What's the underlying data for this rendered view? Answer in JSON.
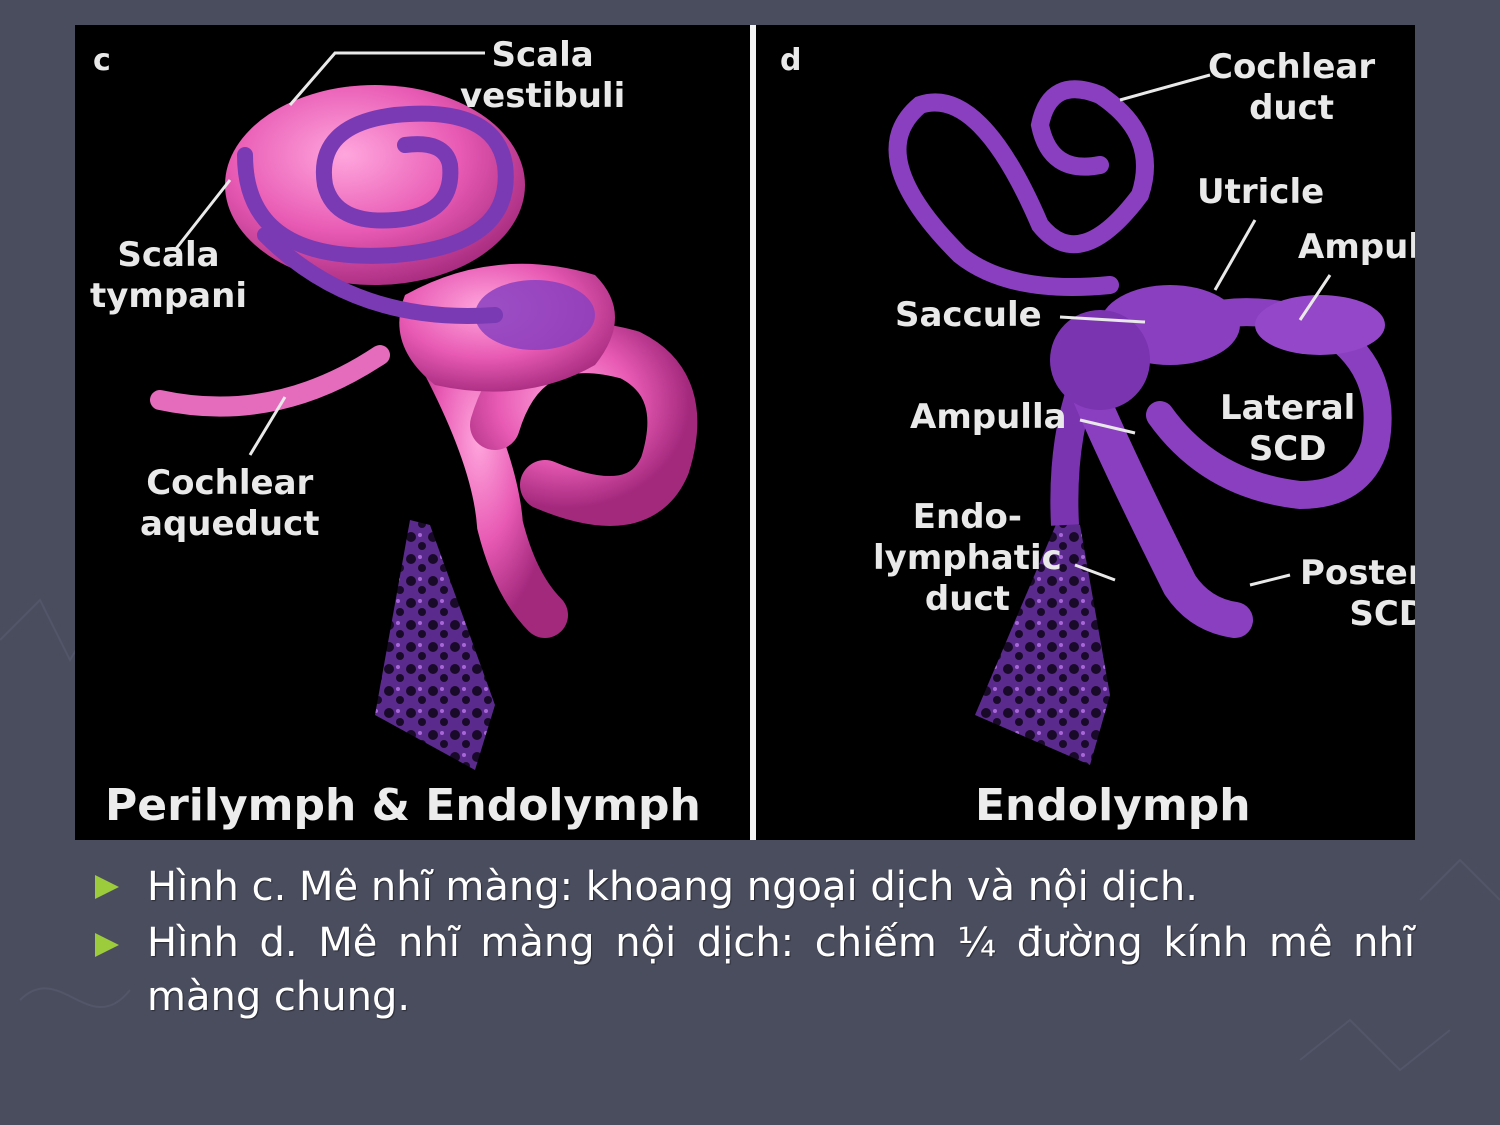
{
  "figure": {
    "panel_c": {
      "letter": "c",
      "caption": "Perilymph & Endolymph",
      "labels": {
        "scala_vestibuli": [
          "Scala",
          "vestibuli"
        ],
        "scala_tympani": [
          "Scala",
          "tympani"
        ],
        "cochlear_aqueduct": [
          "Cochlear",
          "aqueduct"
        ]
      }
    },
    "panel_d": {
      "letter": "d",
      "caption": "Endolymph",
      "labels": {
        "cochlear_duct": [
          "Cochlear",
          "duct"
        ],
        "utricle": "Utricle",
        "ampulla_top": "Ampulla",
        "saccule": "Saccule",
        "ampulla_left": "Ampulla",
        "lateral_scd": [
          "Lateral",
          "SCD"
        ],
        "endolymphatic_duct": [
          "Endo-",
          "lymphatic",
          "duct"
        ],
        "posterior_scd": [
          "Posterior",
          "SCD"
        ]
      }
    },
    "colors": {
      "perilymph": "#e85ab4",
      "endolymph": "#8a3fc0",
      "background": "#000000"
    }
  },
  "bullets": [
    "Hình c. Mê nhĩ màng: khoang ngoại dịch và nội dịch.",
    "Hình d. Mê nhĩ màng nội dịch: chiếm ¼ đường kính mê nhĩ màng chung."
  ]
}
